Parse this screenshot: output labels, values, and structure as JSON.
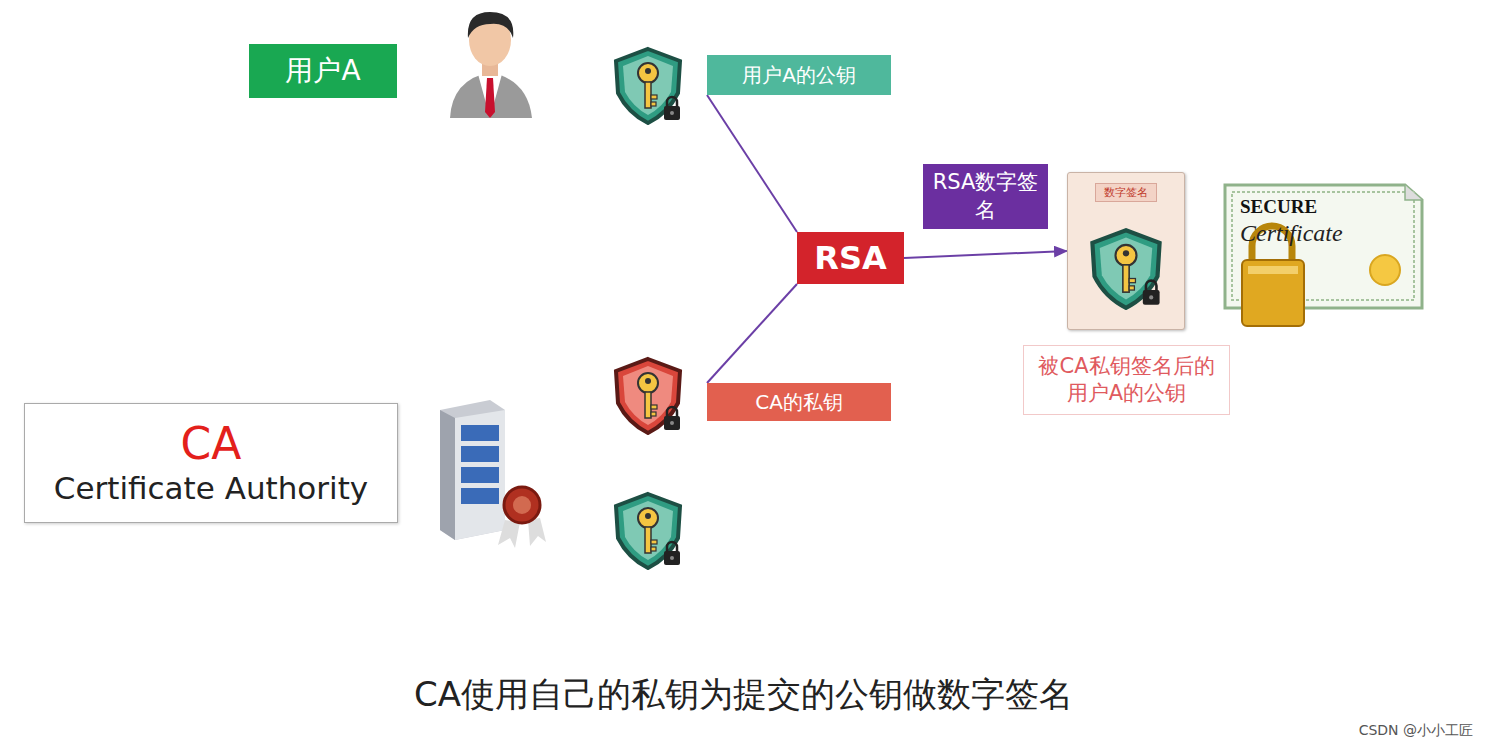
{
  "diagram": {
    "caption": "CA使用自己的私钥为提交的公钥做数字签名",
    "nodes": [
      {
        "text": [
          "用户A"
        ]
      },
      {
        "text": [
          "用户A的公钥"
        ]
      },
      {
        "text": [
          "RSA"
        ]
      },
      {
        "text": [
          "数字签名"
        ]
      },
      {
        "text": [
          "被CA私钥签名后的用户A的公钥"
        ]
      },
      {
        "text": [
          "CA的私钥"
        ]
      },
      {
        "text": [
          "CA",
          "Certificate Authority"
        ]
      }
    ],
    "edges": [
      {
        "from": 1,
        "to": 2,
        "arrow": "none"
      },
      {
        "from": 5,
        "to": 2,
        "arrow": "none"
      },
      {
        "from": 2,
        "to": 3,
        "label": "RSA数字签名",
        "arrow": "to"
      }
    ],
    "labels": [
      "SECURE",
      "Certificate",
      "CSDN @小小工匠"
    ]
  }
}
